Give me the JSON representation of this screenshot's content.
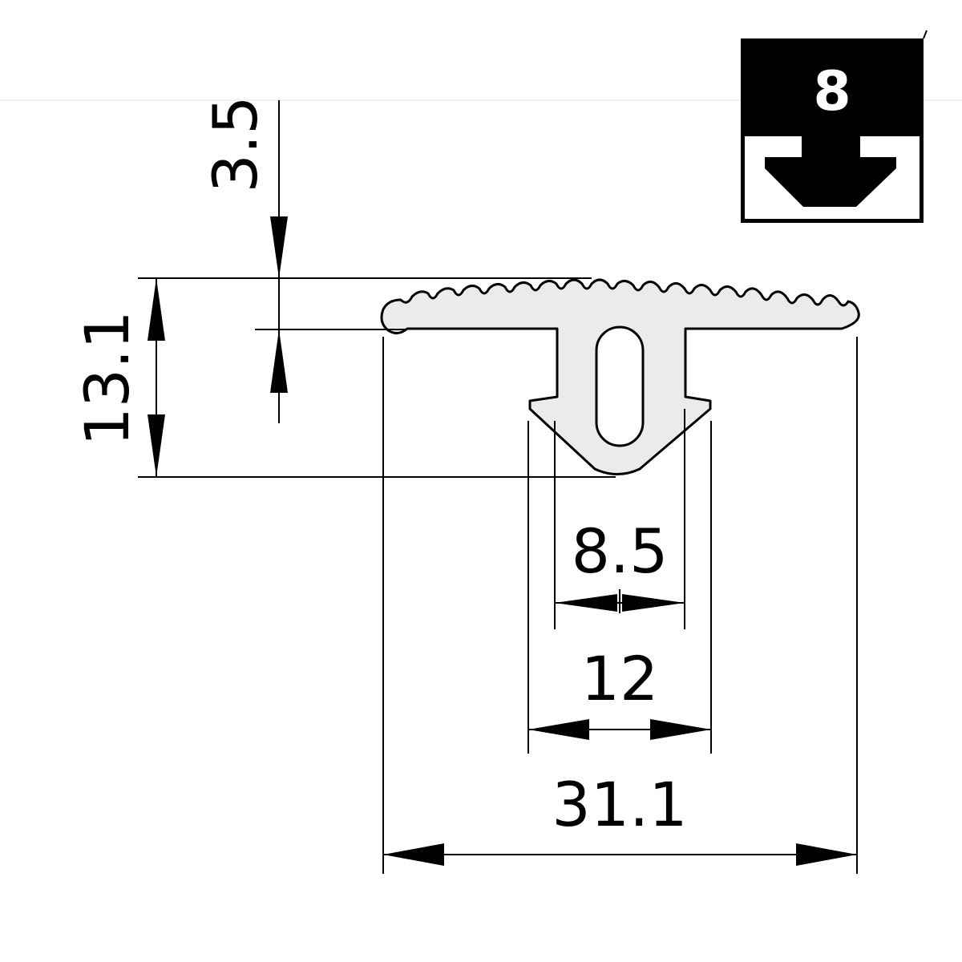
{
  "badge": {
    "slot_size": "8"
  },
  "dimensions": {
    "lip_thickness": "3.5",
    "total_height": "13.1",
    "neck_width": "8.5",
    "foot_width": "12",
    "total_width": "31.1"
  },
  "colors": {
    "profile_fill": "#ebebeb",
    "line": "#000000",
    "badge_bg": "#000000",
    "badge_text": "#ffffff"
  }
}
